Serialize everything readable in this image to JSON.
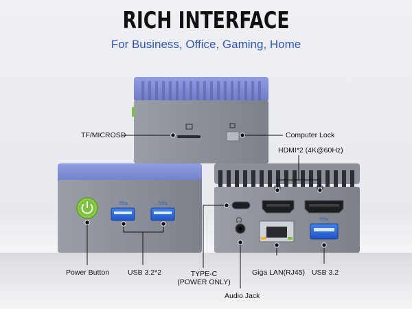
{
  "header": {
    "title": "RICH INTERFACE",
    "subtitle": "For Business, Office, Gaming, Home"
  },
  "colors": {
    "accent_blue": "#2f56c8",
    "lid_blue": "#7f8ed8",
    "chassis_gray": "#8a8e95",
    "usb_blue": "#2e6fe0",
    "power_green": "#7cc23c"
  },
  "callouts": {
    "tf_microsd": "TF/MICROSD",
    "computer_lock": "Computer Lock",
    "hdmi": "HDMI*2 (4K@60Hz)",
    "power_button": "Power Button",
    "usb32x2": "USB 3.2*2",
    "type_c_line1": "TYPE-C",
    "type_c_line2": "(POWER ONLY)",
    "audio_jack": "Audio Jack",
    "giga_lan": "Giga LAN(RJ45)",
    "usb32": "USB 3.2"
  },
  "port_glyphs": {
    "usb_logo": "SS⇆",
    "headphone": "🎧"
  }
}
